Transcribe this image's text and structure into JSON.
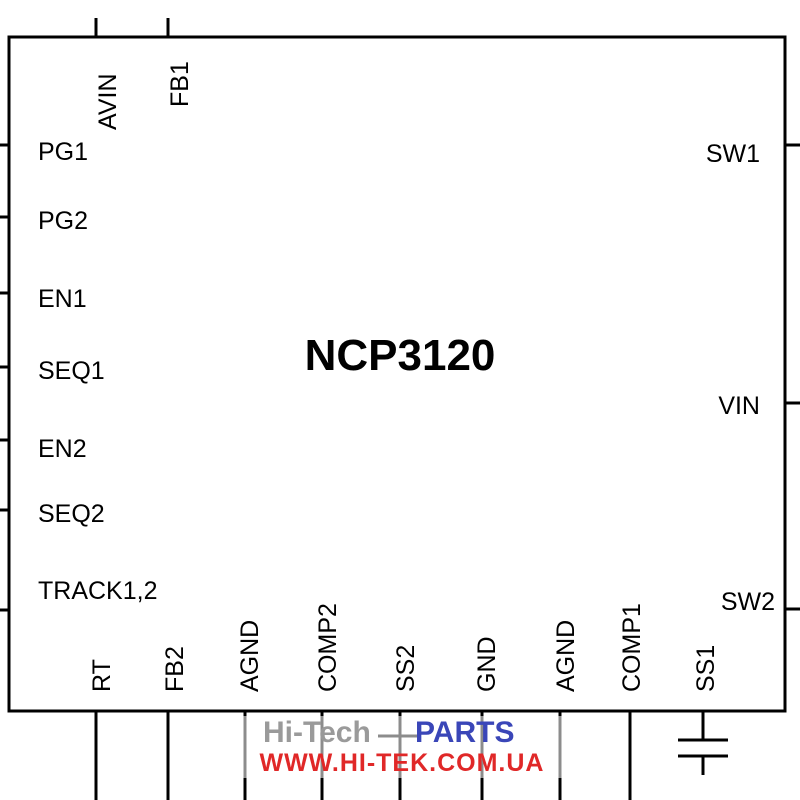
{
  "chip": {
    "name": "NCP3120"
  },
  "pins": {
    "top": [
      "AVIN",
      "FB1"
    ],
    "left": [
      "PG1",
      "PG2",
      "EN1",
      "SEQ1",
      "EN2",
      "SEQ2",
      "TRACK1,2"
    ],
    "right": [
      "SW1",
      "VIN",
      "SW2"
    ],
    "bottom": [
      "RT",
      "FB2",
      "AGND",
      "COMP2",
      "SS2",
      "GND",
      "AGND",
      "COMP1",
      "SS1"
    ]
  },
  "watermark": {
    "line1_part1": "Hi-Tech",
    "line1_part2": "PARTS",
    "line2": "WWW.HI-TEK.COM.UA",
    "colors": {
      "gray": "#9a9a9a",
      "blue": "#3a46b8",
      "red": "#e02828"
    }
  }
}
